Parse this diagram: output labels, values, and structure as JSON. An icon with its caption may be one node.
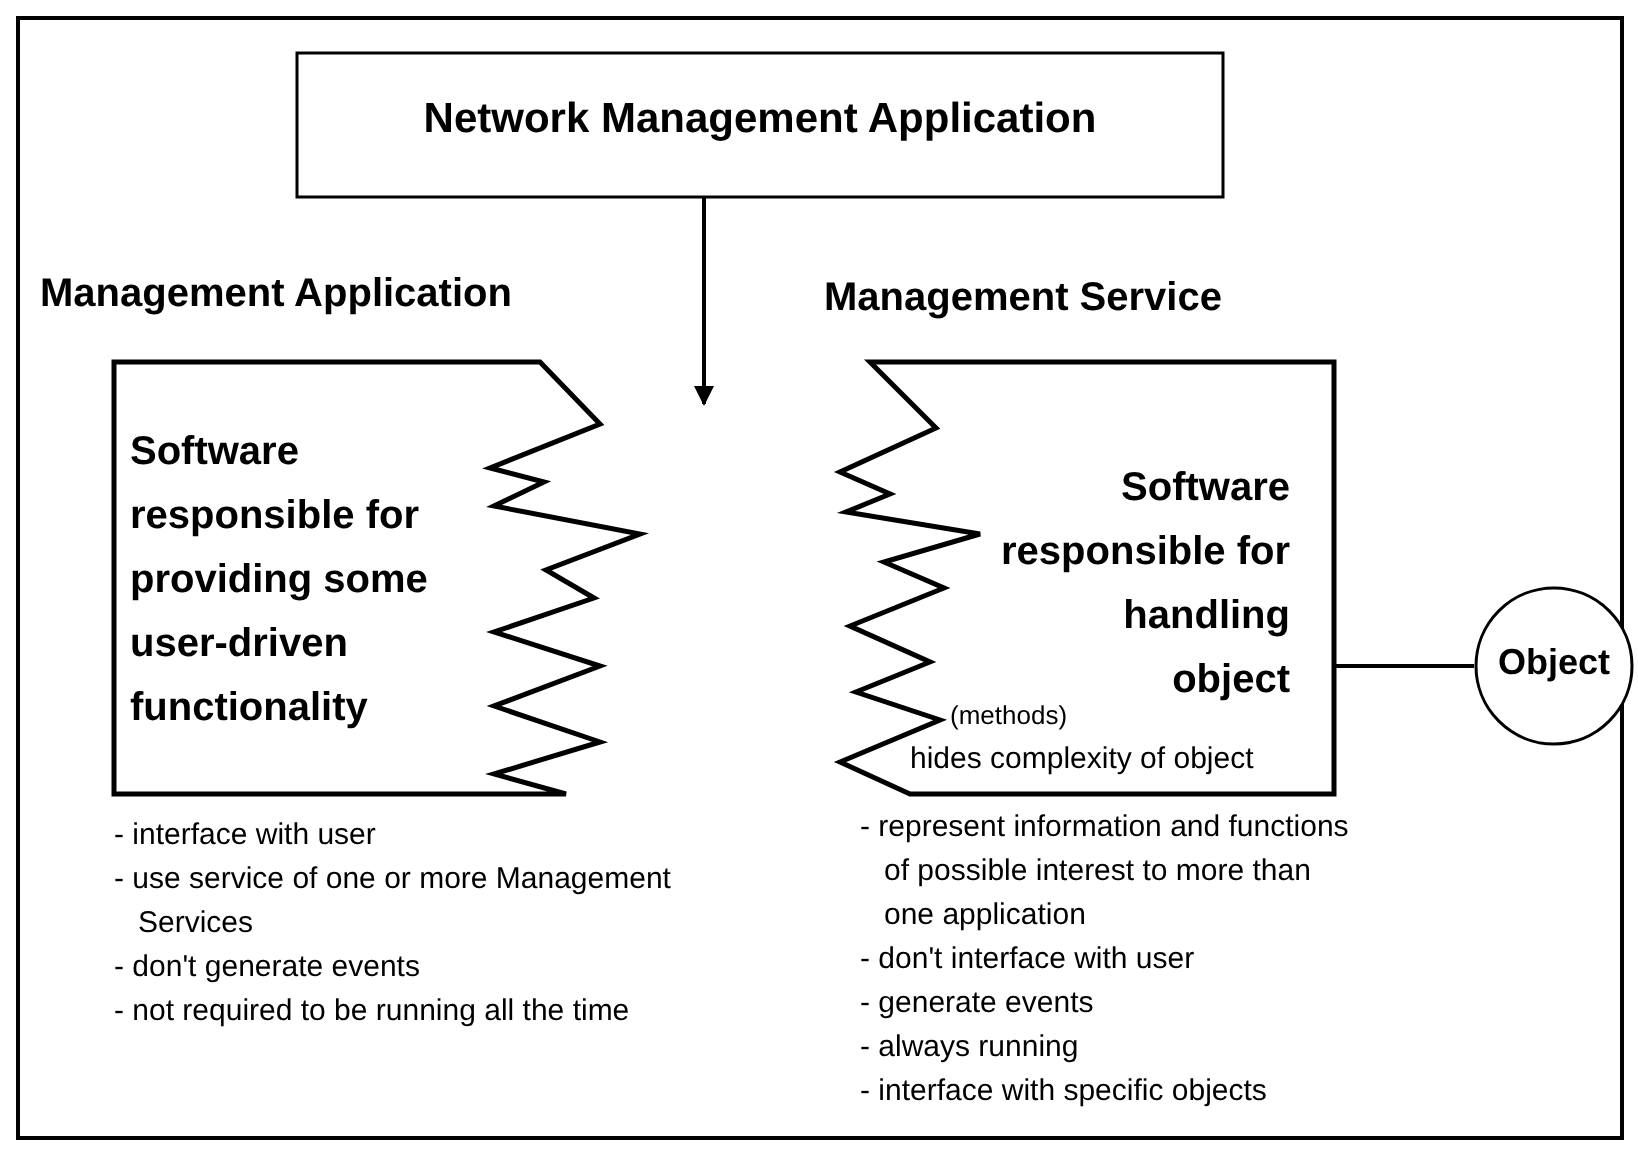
{
  "diagram": {
    "nodes": [
      {
        "text": [
          "Network Management Application"
        ]
      },
      {
        "text": [
          "Management Application",
          "Software responsible for providing some user-driven functionality"
        ],
        "beside": [
          "- interface with user",
          "- use service of one or more Management Services",
          "- don't generate events",
          "- not required to be running all the time"
        ]
      },
      {
        "text": [
          "Management Service",
          "Software responsible for handling object",
          "(methods)",
          "hides complexity of object"
        ],
        "beside": [
          "- represent information and functions of possible interest to more than one application",
          "- don't interface with user",
          "- generate events",
          "- always running",
          "- interface with specific objects"
        ]
      },
      {
        "text": [
          "Object"
        ]
      }
    ],
    "edges": [
      {
        "from": 0,
        "to": null,
        "arrow": "to"
      },
      {
        "from": 2,
        "to": 3,
        "arrow": "none"
      }
    ]
  }
}
